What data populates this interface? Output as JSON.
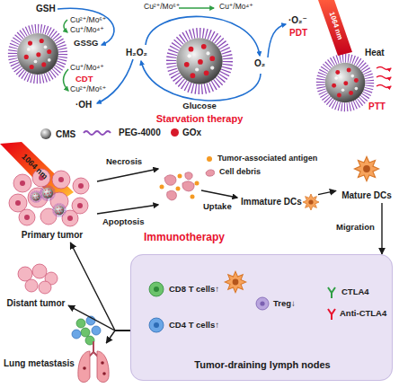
{
  "diagram": {
    "nodes": [
      {
        "text": [
          "Primary tumor"
        ]
      },
      {
        "text": [
          "Immature DCs"
        ]
      },
      {
        "text": [
          "Mature DCs"
        ]
      },
      {
        "text": [
          "CD8 T cells↑",
          "Treg↓",
          "CTLA4",
          "Anti-CTLA4",
          "CD4 T cells↑",
          "Tumor-draining lymph nodes"
        ]
      },
      {
        "text": [
          "Distant tumor"
        ]
      },
      {
        "text": [
          "Lung metastasis"
        ]
      }
    ],
    "edges": [
      {
        "from": 1,
        "to": 2,
        "arrow": "to"
      },
      {
        "from": 2,
        "to": 3,
        "label": "Migration",
        "arrow": "to"
      },
      {
        "from": 3,
        "to": 0,
        "arrow": "to"
      },
      {
        "from": 3,
        "to": 4,
        "arrow": "to"
      },
      {
        "from": 3,
        "to": 5,
        "arrow": "to"
      }
    ],
    "labels": [
      "GSH",
      "Cu²⁺/Mo⁶⁺",
      "Cu⁺/Mo⁴⁺",
      "GSSG",
      "H₂O₂",
      "Cu⁺/Mo⁴⁺",
      "CDT",
      "Cu²⁺/Mo⁶⁺",
      "·OH",
      "Cu²⁺/Mo⁶⁺",
      "Cu⁺/Mo⁴⁺",
      "Glucose",
      "Starvation therapy",
      "O₂",
      "·O₂⁻",
      "PDT",
      "1064 nm",
      "Heat",
      "PTT",
      "1064 nm",
      "Necrosis",
      "Apoptosis",
      "Uptake",
      "Immunotherapy"
    ],
    "legend": [
      {
        "text": "CMS"
      },
      {
        "text": "PEG-4000"
      },
      {
        "text": "GOx",
        "color": "#d7192a"
      },
      {
        "text": "Tumor-associated antigen"
      },
      {
        "text": "Cell debris"
      }
    ]
  }
}
